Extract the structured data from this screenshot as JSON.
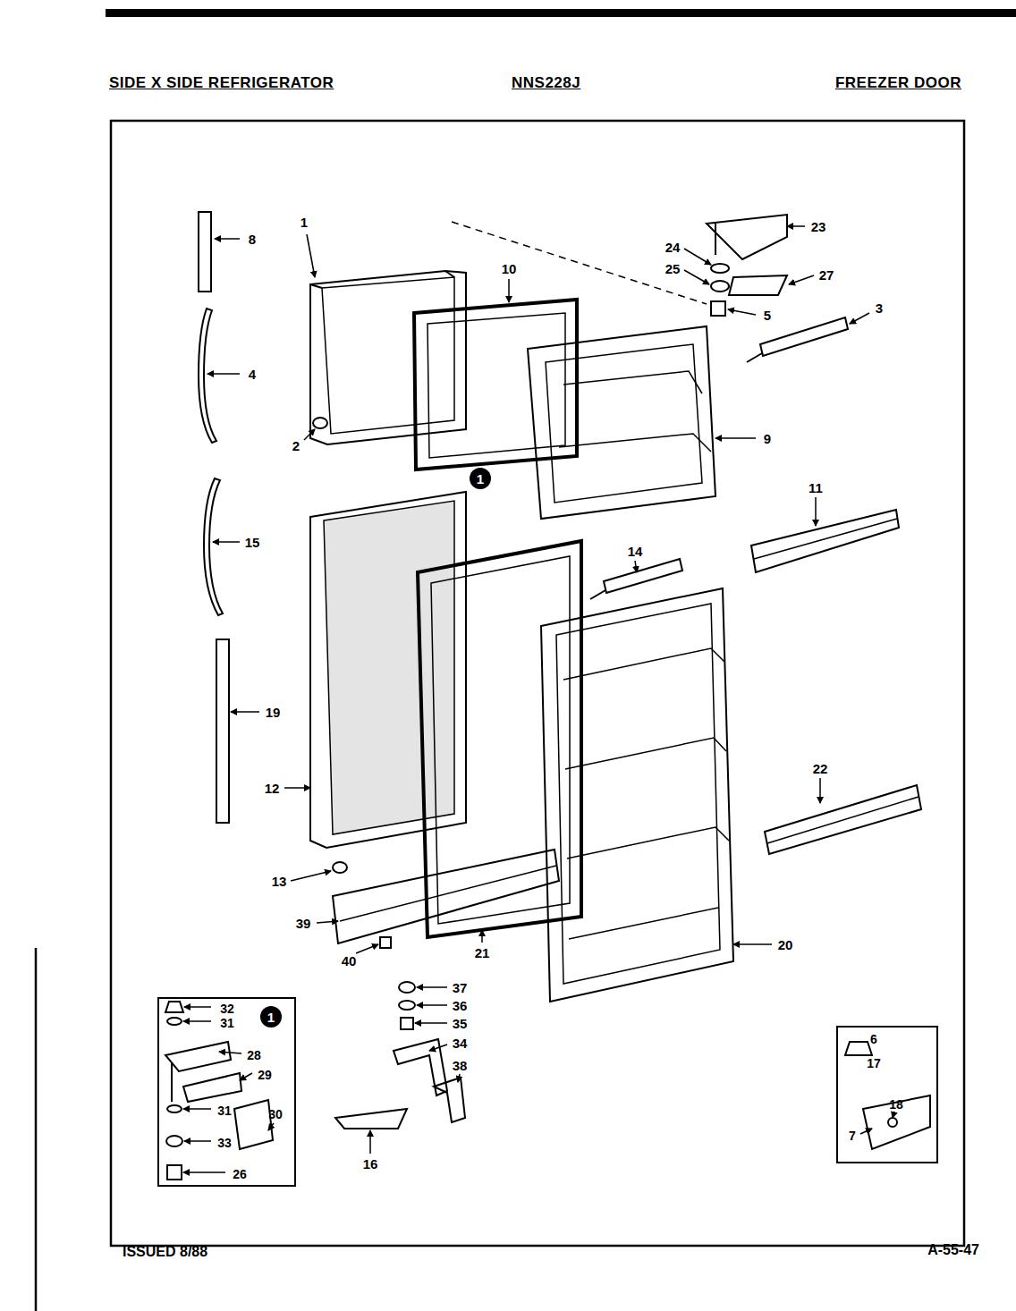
{
  "diagram": {
    "nodes": [
      {
        "text": [
          "32",
          "31",
          "28",
          "29",
          "31",
          "30",
          "33",
          "26"
        ]
      },
      {
        "text": [
          "1"
        ],
        "in": 0
      },
      {
        "text": [
          "6",
          "17",
          "18",
          "7"
        ]
      },
      {
        "text": [
          "1"
        ]
      }
    ],
    "labels": [
      "SIDE X SIDE REFRIGERATOR",
      "NNS228J",
      "FREEZER DOOR",
      "8",
      "1",
      "10",
      "23",
      "24",
      "25",
      "27",
      "5",
      "3",
      "4",
      "9",
      "2",
      "11",
      "15",
      "14",
      "19",
      "12",
      "22",
      "13",
      "39",
      "21",
      "20",
      "40",
      "37",
      "36",
      "35",
      "34",
      "38",
      "16",
      "ISSUED 8/88",
      "A-55-47"
    ]
  }
}
